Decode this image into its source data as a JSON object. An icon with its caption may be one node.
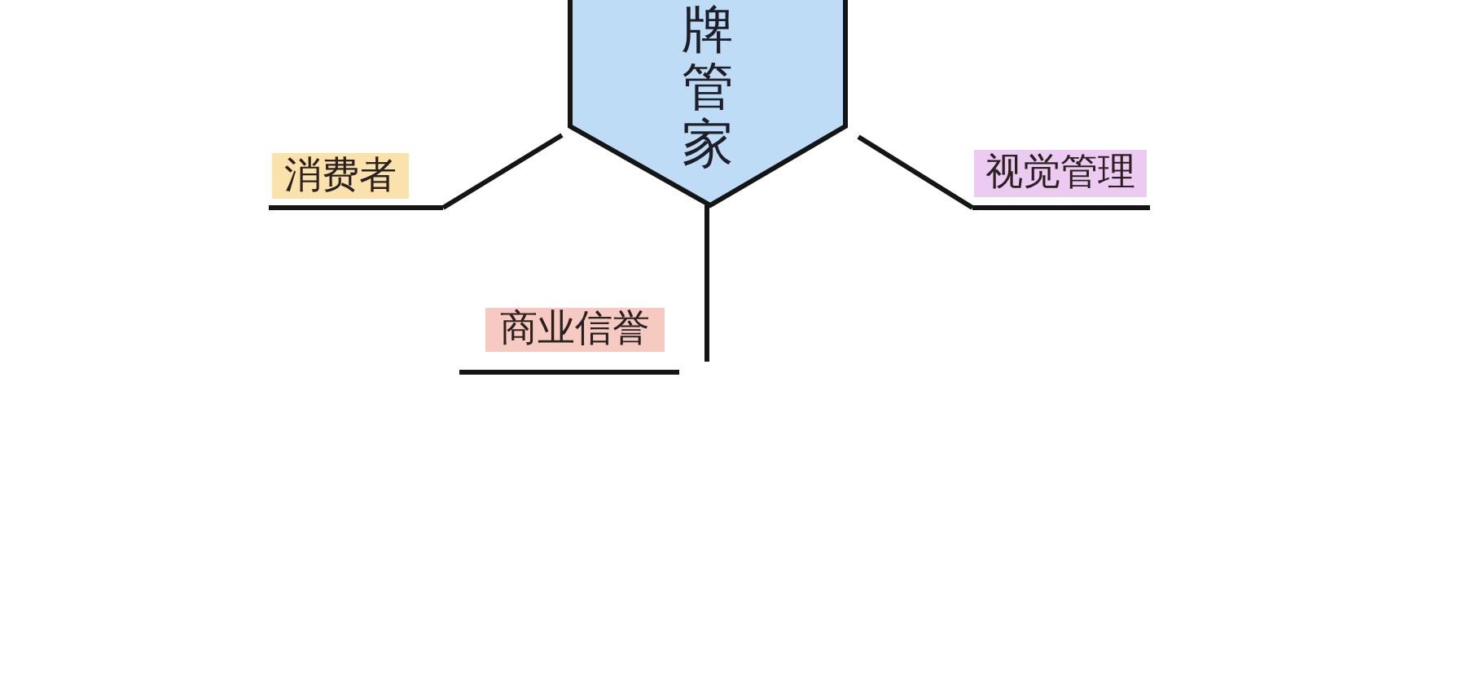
{
  "diagram": {
    "nodes": [
      {
        "text": [
          "牌管家"
        ]
      },
      {
        "text": [
          "消费者"
        ]
      },
      {
        "text": [
          "视觉管理"
        ]
      },
      {
        "text": [
          "商业信誉"
        ]
      }
    ],
    "edges": [
      {
        "from": 0,
        "to": 1,
        "arrow": "none"
      },
      {
        "from": 0,
        "to": 2,
        "arrow": "none"
      },
      {
        "from": 0,
        "to": 3,
        "arrow": "none"
      }
    ]
  }
}
